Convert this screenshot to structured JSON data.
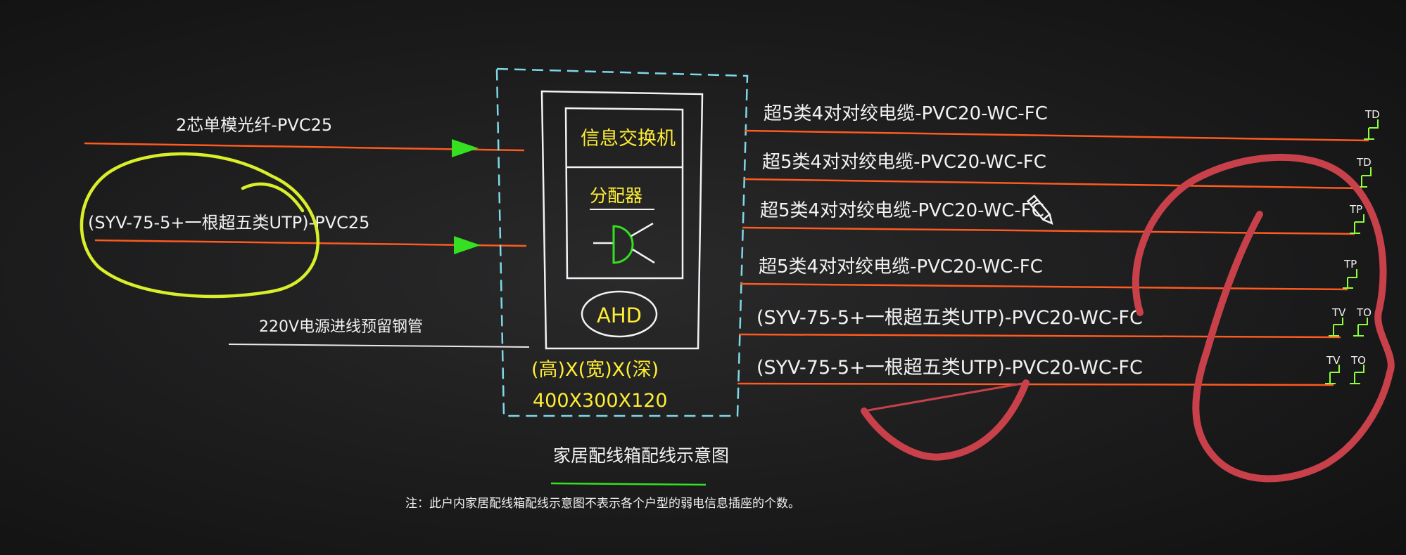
{
  "inputs": {
    "fiber": "2芯单模光纤-PVC25",
    "coax": "(SYV-75-5+一根超五类UTP)-PVC25",
    "power": "220V电源进线预留钢管"
  },
  "box": {
    "switch": "信息交换机",
    "splitter": "分配器",
    "ahd": "AHD",
    "dims_label": "(高)X(宽)X(深)",
    "dims_value": "400X300X120"
  },
  "outputs": [
    {
      "label": "超5类4对对绞电缆-PVC20-WC-FC",
      "terminals": [
        "TD"
      ]
    },
    {
      "label": "超5类4对对绞电缆-PVC20-WC-FC",
      "terminals": [
        "TD"
      ]
    },
    {
      "label": "超5类4对对绞电缆-PVC20-WC-FC",
      "terminals": [
        "TP"
      ]
    },
    {
      "label": "超5类4对对绞电缆-PVC20-WC-FC",
      "terminals": [
        "TP"
      ]
    },
    {
      "label": "(SYV-75-5+一根超五类UTP)-PVC20-WC-FC",
      "terminals": [
        "TV",
        "TO"
      ]
    },
    {
      "label": "(SYV-75-5+一根超五类UTP)-PVC20-WC-FC",
      "terminals": [
        "TV",
        "TO"
      ]
    }
  ],
  "caption": "家居配线箱配线示意图",
  "note": "注：此户内家居配线箱配线示意图不表示各个户型的弱电信息插座的个数。",
  "colors": {
    "background": "#1c1c1d",
    "cable": "#ff5a1f",
    "text": "#f2f2f2",
    "label_yellow": "#ffee33",
    "dash_cyan": "#7fd8e6",
    "arrow_green": "#35e020",
    "terminal_green": "#8cff3a",
    "annotation_red": "#c8404a",
    "annotation_yellow": "#d9ef2a"
  },
  "icons": [
    "pencil-cursor-icon",
    "splitter-symbol-icon"
  ]
}
